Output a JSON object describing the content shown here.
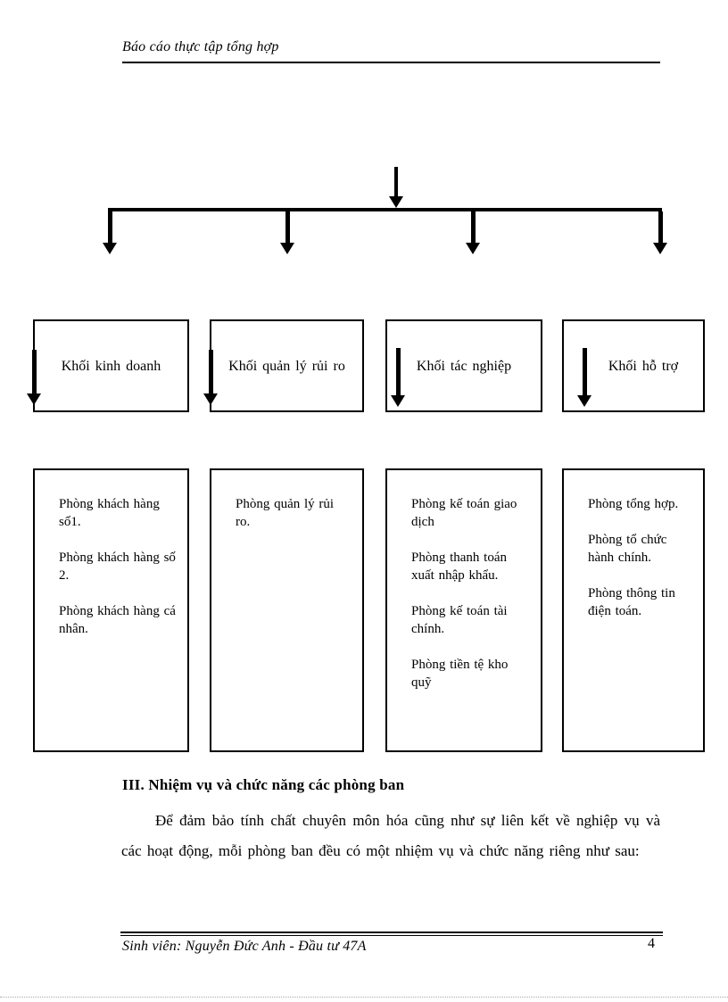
{
  "header": {
    "title": "Báo cáo thực tập tổng hợp"
  },
  "diagram": {
    "columns": [
      {
        "title": "Khối kinh doanh",
        "rooms": [
          "Phòng khách hàng số1.",
          "Phòng khách hàng số 2.",
          "Phòng khách hàng cá nhân."
        ]
      },
      {
        "title": "Khối quản lý rủi ro",
        "rooms": [
          "Phòng quản lý rủi ro."
        ]
      },
      {
        "title": "Khối tác nghiệp",
        "rooms": [
          "Phòng kế toán giao dịch",
          "Phòng thanh toán xuất nhập khẩu.",
          "Phòng kế toán tài chính.",
          "Phòng tiền tệ kho quỹ"
        ]
      },
      {
        "title": "Khối hỗ trợ",
        "rooms": [
          "Phòng tổng hợp.",
          "Phòng tổ chức hành chính.",
          "Phòng thông tin điện toán."
        ]
      }
    ]
  },
  "section": {
    "heading": "III. Nhiệm vụ và chức năng các phòng ban",
    "paragraph": "Để đảm bảo tính chất chuyên môn hóa cũng như sự liên kết về nghiệp vụ và các hoạt động, mỗi phòng ban đều có một nhiệm vụ và chức năng riêng như sau:"
  },
  "footer": {
    "text": "Sinh viên: Nguyễn Đức Anh - Đầu tư 47A",
    "page_number": "4"
  }
}
